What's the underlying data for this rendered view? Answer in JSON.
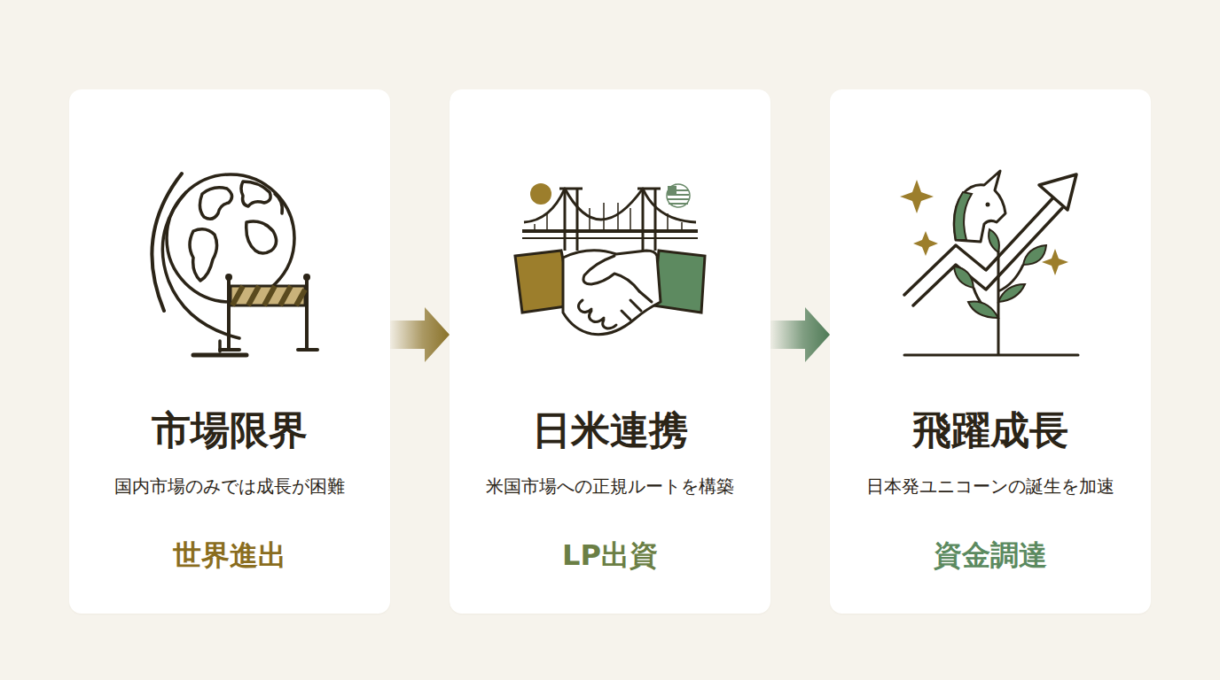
{
  "diagram": {
    "nodes": [
      {
        "text": [
          "市場限界",
          "国内市場のみでは成長が困難",
          "世界進出"
        ]
      },
      {
        "text": [
          "日米連携",
          "米国市場への正規ルートを構築",
          "LP出資"
        ]
      },
      {
        "text": [
          "飛躍成長",
          "日本発ユニコーンの誕生を加速",
          "資金調達"
        ]
      }
    ],
    "edges": [
      {
        "from": 0,
        "to": 1,
        "arrow": "to"
      },
      {
        "from": 1,
        "to": 2,
        "arrow": "to"
      }
    ]
  }
}
